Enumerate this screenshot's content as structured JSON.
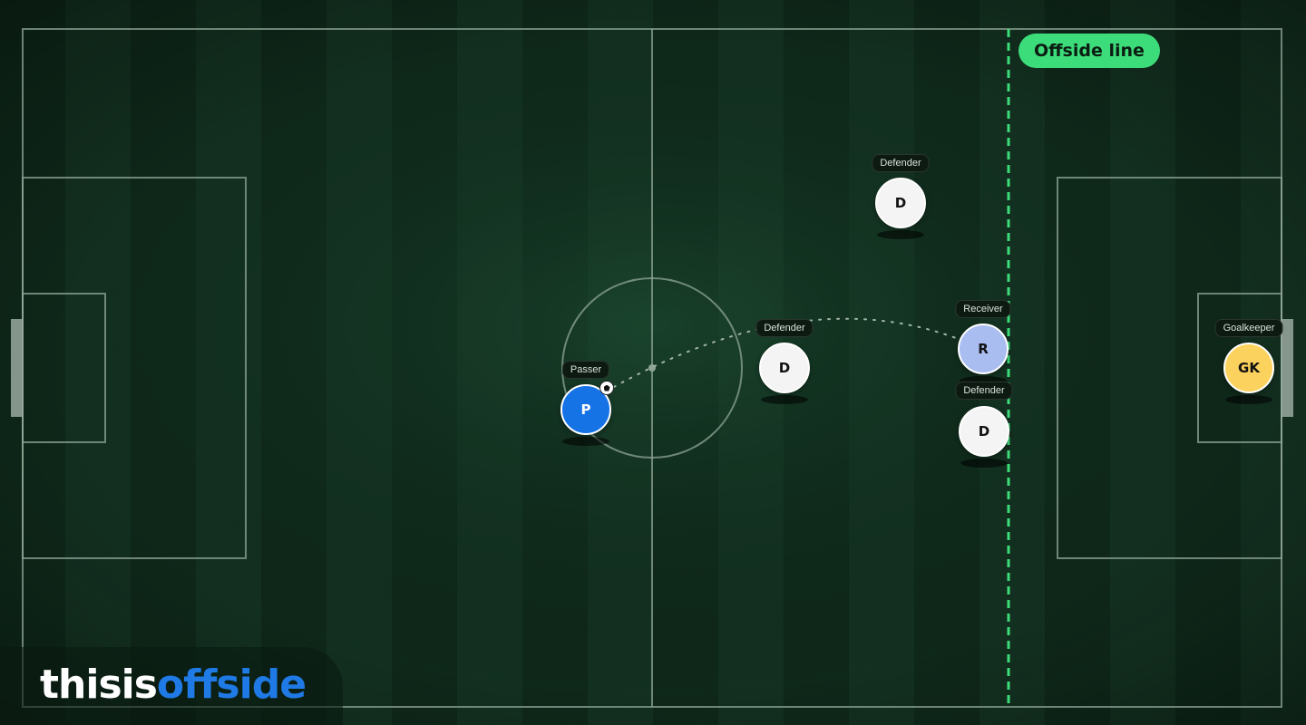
{
  "offside_badge": {
    "label": "Offside line",
    "color": "#3ddc7a"
  },
  "brand": {
    "part1": "thisis",
    "part2": "offside",
    "part1_color": "#ffffff",
    "part2_color": "#1f7ae6"
  },
  "colors": {
    "pitch_dark": "#0f2a1b",
    "pitch_light": "#143322",
    "lines": "#8fa597",
    "offside_line": "#3ddc7a",
    "pass_path": "#9fb4a6"
  },
  "players": [
    {
      "id": "passer",
      "role": "Passer",
      "initial": "P",
      "color": "#1673e6",
      "has_ball": true
    },
    {
      "id": "defender-1",
      "role": "Defender",
      "initial": "D",
      "color": "#f4f4f4",
      "has_ball": false
    },
    {
      "id": "defender-2",
      "role": "Defender",
      "initial": "D",
      "color": "#f4f4f4",
      "has_ball": false
    },
    {
      "id": "receiver",
      "role": "Receiver",
      "initial": "R",
      "color": "#a9bdf0",
      "has_ball": false
    },
    {
      "id": "defender-3",
      "role": "Defender",
      "initial": "D",
      "color": "#f4f4f4",
      "has_ball": false
    },
    {
      "id": "goalkeeper",
      "role": "Goalkeeper",
      "initial": "GK",
      "color": "#fbd25d",
      "has_ball": false
    }
  ],
  "icons": {
    "ball": "football-icon"
  }
}
